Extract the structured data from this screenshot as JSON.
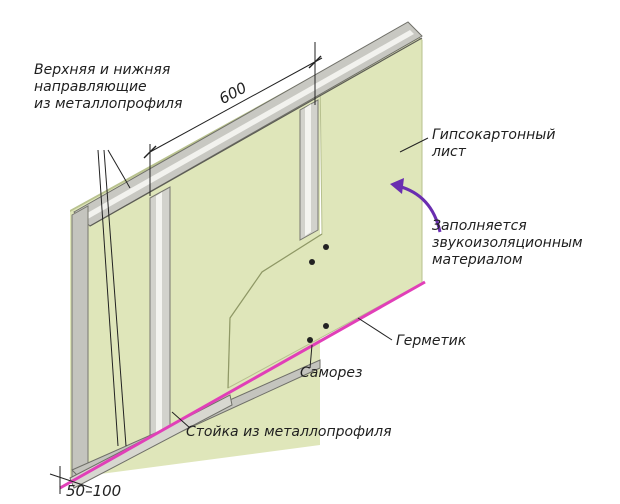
{
  "labels": {
    "guides": [
      "Верхняя и нижняя",
      "направляющие",
      "из металлопрофиля"
    ],
    "dimension_top": "600",
    "drywall": [
      "Гипсокартонный",
      "лист"
    ],
    "fill": [
      "Заполняется",
      "звукоизоляционным",
      "материалом"
    ],
    "sealant": "Герметик",
    "screw": "Саморез",
    "stud": "Стойка из металлопрофиля",
    "dimension_bottom": "50–100"
  },
  "colors": {
    "board": "#dfe6ba",
    "board_edge": "#b7c08e",
    "metal": "#c9c9c4",
    "metal_dark": "#8f8f88",
    "sealant": "#e13fb8",
    "arrow": "#6a2eb0",
    "screw": "#222222"
  }
}
